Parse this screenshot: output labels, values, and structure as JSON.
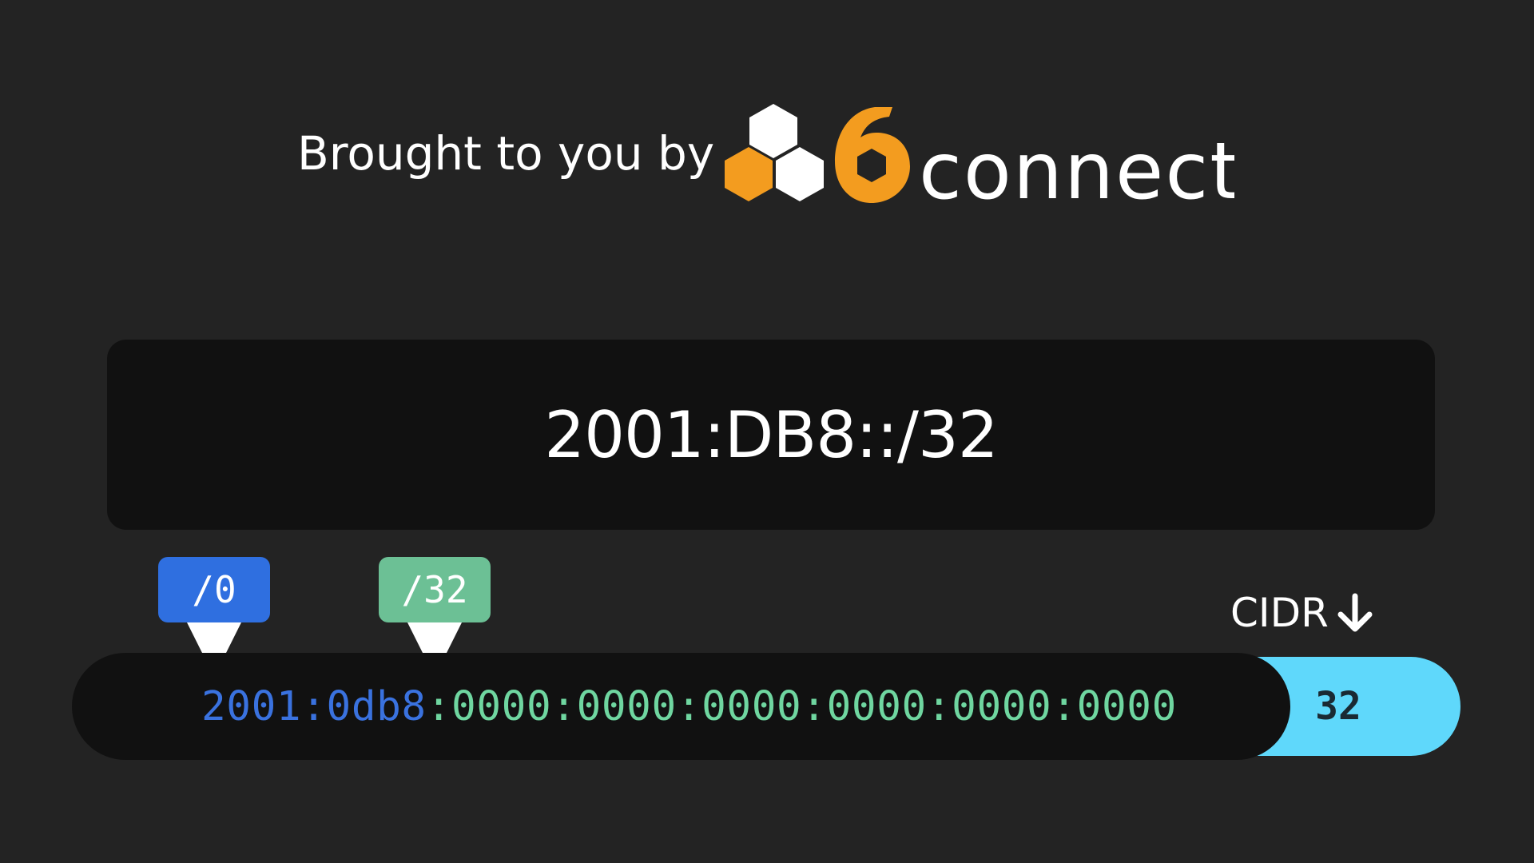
{
  "branding": {
    "tagline": "Brought to you by",
    "logo_text": "connect",
    "logo_numeral": "6",
    "colors": {
      "orange": "#f39c1f",
      "white": "#ffffff"
    }
  },
  "display": {
    "address": "2001:DB8::/32"
  },
  "markers": {
    "start": {
      "label": "/0",
      "color": "#2f6fe0"
    },
    "cidr": {
      "label": "/32",
      "color": "#6cc095"
    }
  },
  "cidr_control": {
    "caption": "CIDR",
    "icon": "arrow-down-icon",
    "value": "32",
    "color": "#5fd8fb"
  },
  "expanded_address": {
    "network_part": "2001:0db8",
    "host_part": ":0000:0000:0000:0000:0000:0000",
    "network_color": "#3a72df",
    "host_color": "#6fd6a0"
  }
}
